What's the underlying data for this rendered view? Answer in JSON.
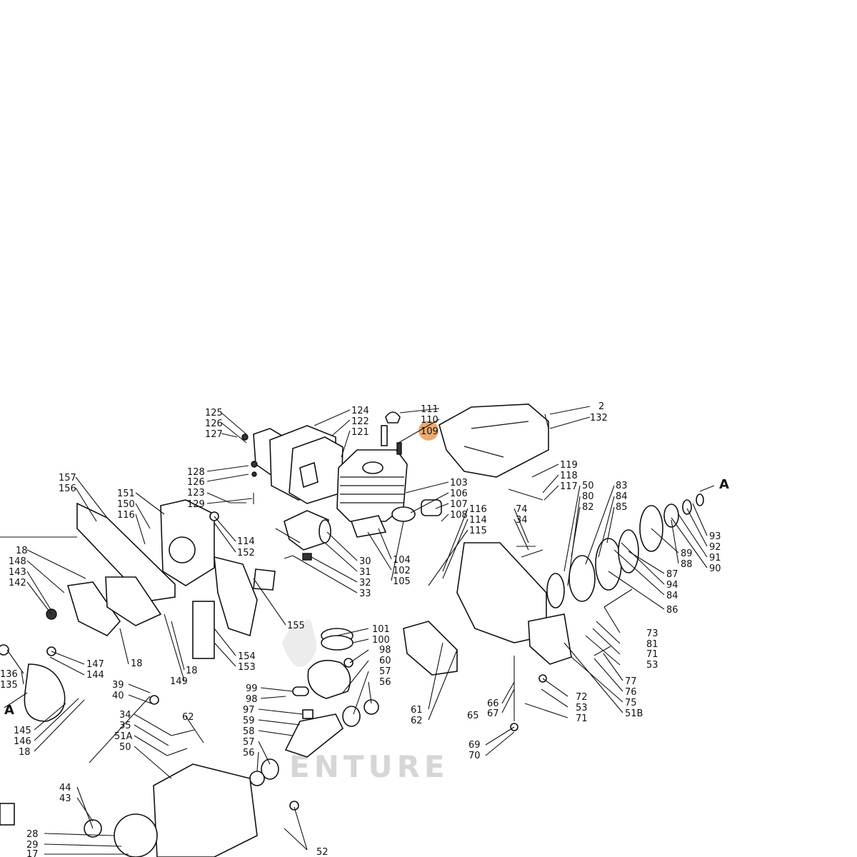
{
  "diagram": {
    "watermark": "ENTURE",
    "highlight_color": "#e8a262",
    "highlighted_part": "109",
    "section_marker": "A",
    "labels": {
      "l125": "125",
      "l126a": "126",
      "l127": "127",
      "l124": "124",
      "l122": "122",
      "l121": "121",
      "l111": "111",
      "l110": "110",
      "l109": "109",
      "l2": "2",
      "l132": "132",
      "l128": "128",
      "l126b": "126",
      "l123": "123",
      "l129": "129",
      "l103": "103",
      "l106": "106",
      "l107": "107",
      "l108": "108",
      "l119": "119",
      "l118": "118",
      "l117": "117",
      "l50a": "50",
      "l80": "80",
      "l82": "82",
      "l83": "83",
      "l84a": "84",
      "l85": "85",
      "l157": "157",
      "l156": "156",
      "l151": "151",
      "l150": "150",
      "l116a": "116",
      "l114a": "114",
      "l152": "152",
      "l116b": "116",
      "l114b": "114",
      "l115": "115",
      "l74": "74",
      "l34a": "34",
      "l93": "93",
      "l92": "92",
      "l91": "91",
      "l90": "90",
      "l89": "89",
      "l88": "88",
      "l87": "87",
      "l94": "94",
      "l84b": "84",
      "l86": "86",
      "l30": "30",
      "l31": "31",
      "l32": "32",
      "l33": "33",
      "l104": "104",
      "l102": "102",
      "l105": "105",
      "l18a": "18",
      "l148": "148",
      "l143": "143",
      "l142": "142",
      "l155": "155",
      "l101": "101",
      "l100": "100",
      "l98a": "98",
      "l60": "60",
      "l57a": "57",
      "l56a": "56",
      "l73": "73",
      "l81": "81",
      "l71a": "71",
      "l53a": "53",
      "l147": "147",
      "l144": "144",
      "l18b": "18",
      "l136": "136",
      "l135": "135",
      "l18c": "18",
      "l149": "149",
      "l154": "154",
      "l153": "153",
      "l77": "77",
      "l76": "76",
      "l75": "75",
      "l51b": "51B",
      "l99": "99",
      "l98b": "98",
      "l66": "66",
      "l67": "67",
      "l65": "65",
      "l61": "61",
      "l62a": "62",
      "l72": "72",
      "l53b": "53",
      "l71b": "71",
      "l39": "39",
      "l40": "40",
      "l97": "97",
      "l59": "59",
      "l58": "58",
      "l57b": "57",
      "l56b": "56",
      "l34b": "34",
      "l35": "35",
      "l51a": "51A",
      "l50b": "50",
      "l62b": "62",
      "l145": "145",
      "l146": "146",
      "l18d": "18",
      "l69": "69",
      "l70": "70",
      "l44": "44",
      "l43": "43",
      "l28": "28",
      "l29": "29",
      "l17": "17",
      "l52": "52"
    }
  }
}
